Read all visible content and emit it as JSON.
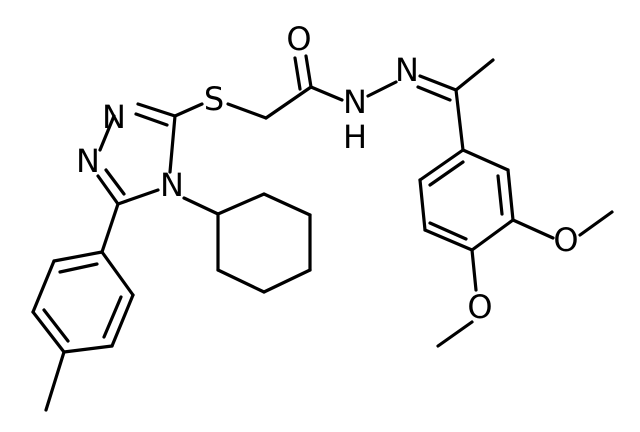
{
  "atoms": {
    "N1": "N",
    "N2": "N",
    "N4": "N",
    "S": "S",
    "O_carbonyl": "O",
    "N_hydrazide": "N",
    "H_hydrazide": "H",
    "N_imine": "N",
    "O_methoxy_3": "O",
    "O_methoxy_4": "O"
  }
}
